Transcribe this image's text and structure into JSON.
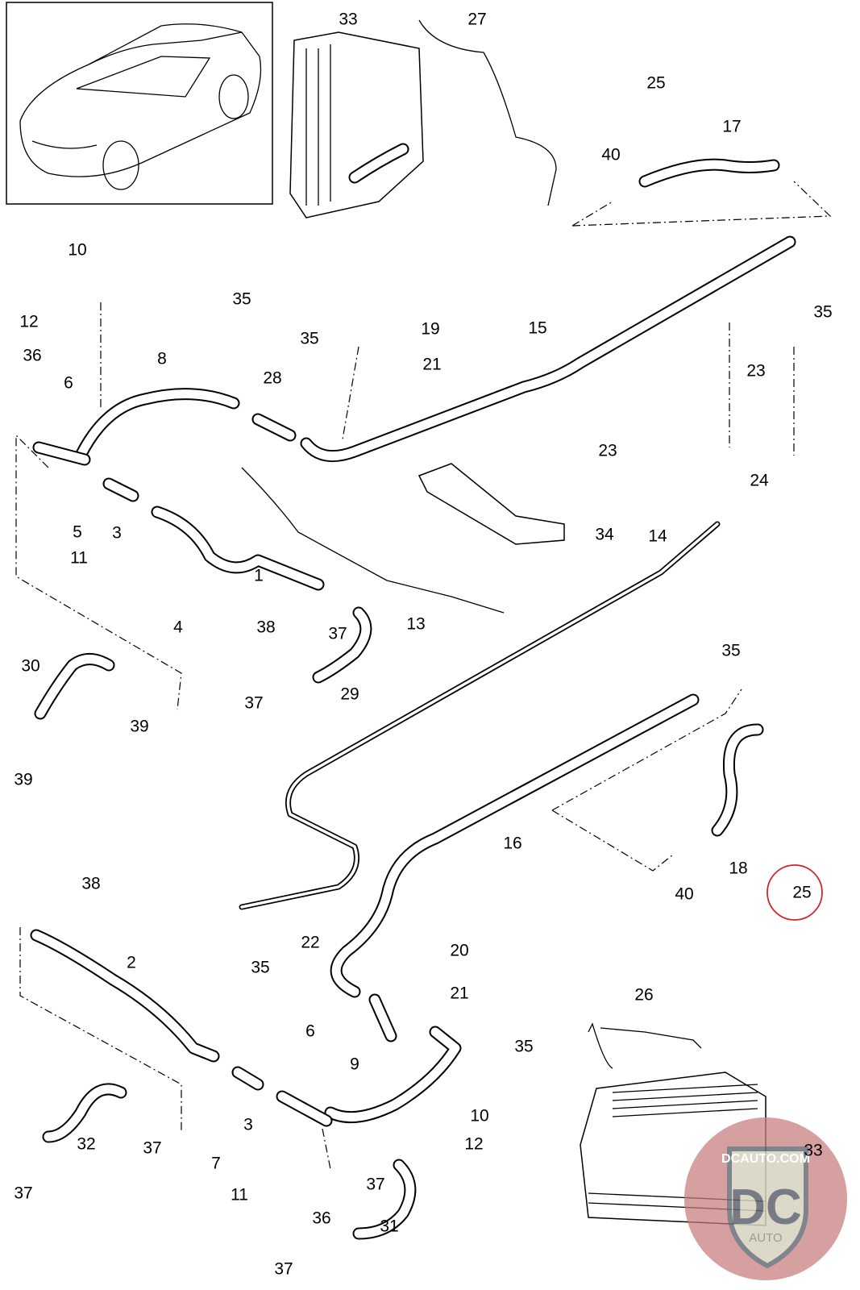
{
  "diagram": {
    "callouts": [
      "33",
      "27",
      "25",
      "17",
      "40",
      "10",
      "35",
      "12",
      "19",
      "15",
      "35",
      "35",
      "21",
      "36",
      "8",
      "23",
      "6",
      "28",
      "23",
      "24",
      "5",
      "3",
      "14",
      "34",
      "11",
      "1",
      "13",
      "38",
      "37",
      "4",
      "35",
      "30",
      "29",
      "37",
      "39",
      "39",
      "16",
      "18",
      "40",
      "25",
      "38",
      "22",
      "20",
      "2",
      "35",
      "21",
      "26",
      "35",
      "6",
      "9",
      "3",
      "10",
      "12",
      "32",
      "37",
      "7",
      "33",
      "37",
      "37",
      "11",
      "36",
      "31",
      "37"
    ],
    "highlighted_callout": "25",
    "highlight_color": "#d0262b"
  },
  "watermark": {
    "top_text": "DCAUTO.COM",
    "letters": "DC",
    "bottom_text": "AUTO",
    "color": "#c0393f"
  }
}
